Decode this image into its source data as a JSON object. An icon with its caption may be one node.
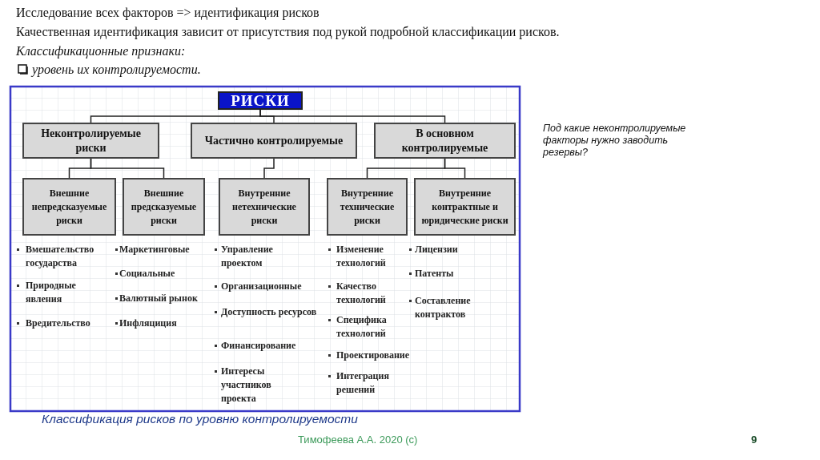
{
  "diagram": {
    "caption": "Классификация рисков по уровню контролируемости",
    "nodes": [
      {
        "text": [
          "РИСКИ"
        ]
      },
      {
        "text": [
          "Неконтролируемые риски"
        ]
      },
      {
        "text": [
          "Частично контролируемые"
        ]
      },
      {
        "text": [
          "В основном контролируемые"
        ]
      },
      {
        "text": [
          "Внешние непредсказуемые риски"
        ]
      },
      {
        "text": [
          "Внешние предсказуемые риски"
        ]
      },
      {
        "text": [
          "Внутренние нетехнические риски"
        ]
      },
      {
        "text": [
          "Внутренние технические риски"
        ]
      },
      {
        "text": [
          "Внутренние контрактные и юридические риски"
        ]
      }
    ],
    "edges": [
      {
        "from": 0,
        "to": 1,
        "arrow": "none"
      },
      {
        "from": 0,
        "to": 2,
        "arrow": "none"
      },
      {
        "from": 0,
        "to": 3,
        "arrow": "none"
      },
      {
        "from": 1,
        "to": 4,
        "arrow": "none"
      },
      {
        "from": 1,
        "to": 5,
        "arrow": "none"
      },
      {
        "from": 2,
        "to": 6,
        "arrow": "none"
      },
      {
        "from": 3,
        "to": 7,
        "arrow": "none"
      },
      {
        "from": 3,
        "to": 8,
        "arrow": "none"
      }
    ],
    "labels": [
      "Исследование всех факторов => идентификация рисков",
      "Качественная идентификация зависит от присутствия под рукой подробной классификации рисков.",
      "Классификационные признаки:",
      "уровень их контролируемости.",
      "Под какие неконтролируемые факторы нужно заводить резервы?",
      "Вмешательство государства",
      "Природные явления",
      "Вредительство",
      "Маркетинговые",
      "Социальные",
      "Валютный рынок",
      "Инфляциция",
      "Управление проектом",
      "Организационные",
      "Доступность ресурсов",
      "Финансирование",
      "Интересы участников проекта",
      "Изменение технологий",
      "Качество технологий",
      "Специфика технологий",
      "Проектирование",
      "Интеграция решений",
      "Лицензии",
      "Патенты",
      "Составление контрактов",
      "Тимофеева А.А. 2020 (с)",
      "9"
    ]
  }
}
